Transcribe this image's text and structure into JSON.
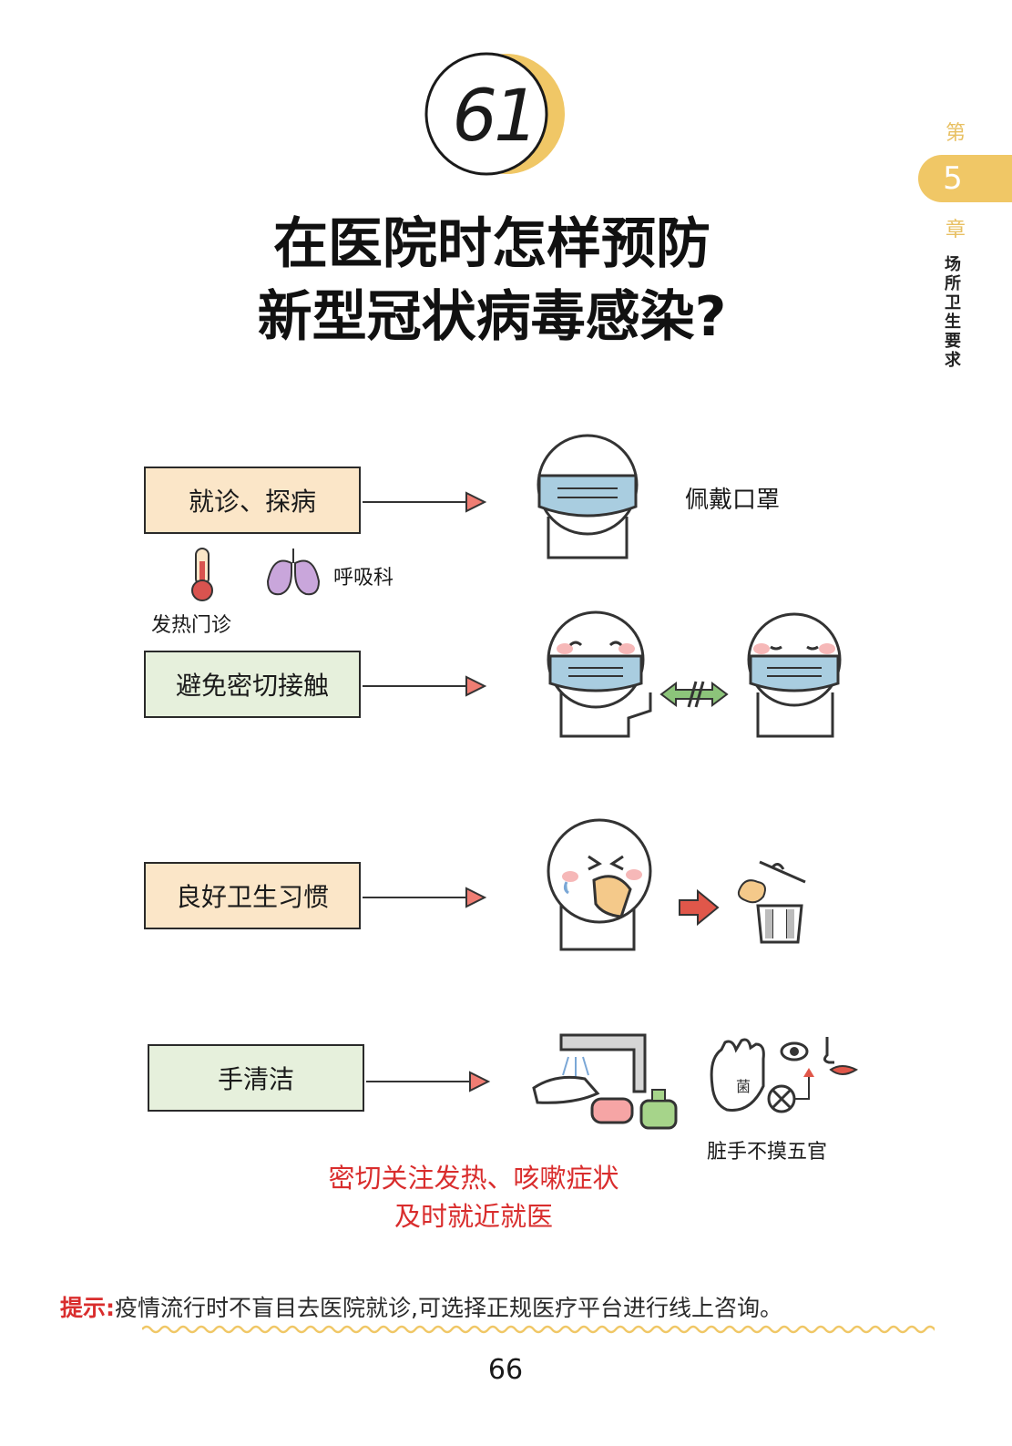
{
  "badge": {
    "number": "61"
  },
  "title": {
    "line1": "在医院时怎样预防",
    "line2": "新型冠状病毒感染?"
  },
  "chapter": {
    "prefix": "第",
    "number": "5",
    "suffix": "章",
    "section": "场所卫生要求"
  },
  "rows": [
    {
      "box": "就诊、探病",
      "caption": "佩戴口罩"
    },
    {
      "box": "避免密切接触"
    },
    {
      "box": "良好卫生习惯"
    },
    {
      "box": "手清洁",
      "caption": "脏手不摸五官"
    }
  ],
  "departments": {
    "fever": "发热门诊",
    "respiratory": "呼吸科"
  },
  "red_note": {
    "line1": "密切关注发热、咳嗽症状",
    "line2": "及时就近就医"
  },
  "tip": {
    "label": "提示:",
    "text": "疫情流行时不盲目去医院就诊,可选择正规医疗平台进行线上咨询。"
  },
  "page_number": "66",
  "colors": {
    "accent": "#f0c766",
    "red": "#d92d2d",
    "yellow_box": "#fbe6c8",
    "green_box": "#e6f0dc"
  }
}
